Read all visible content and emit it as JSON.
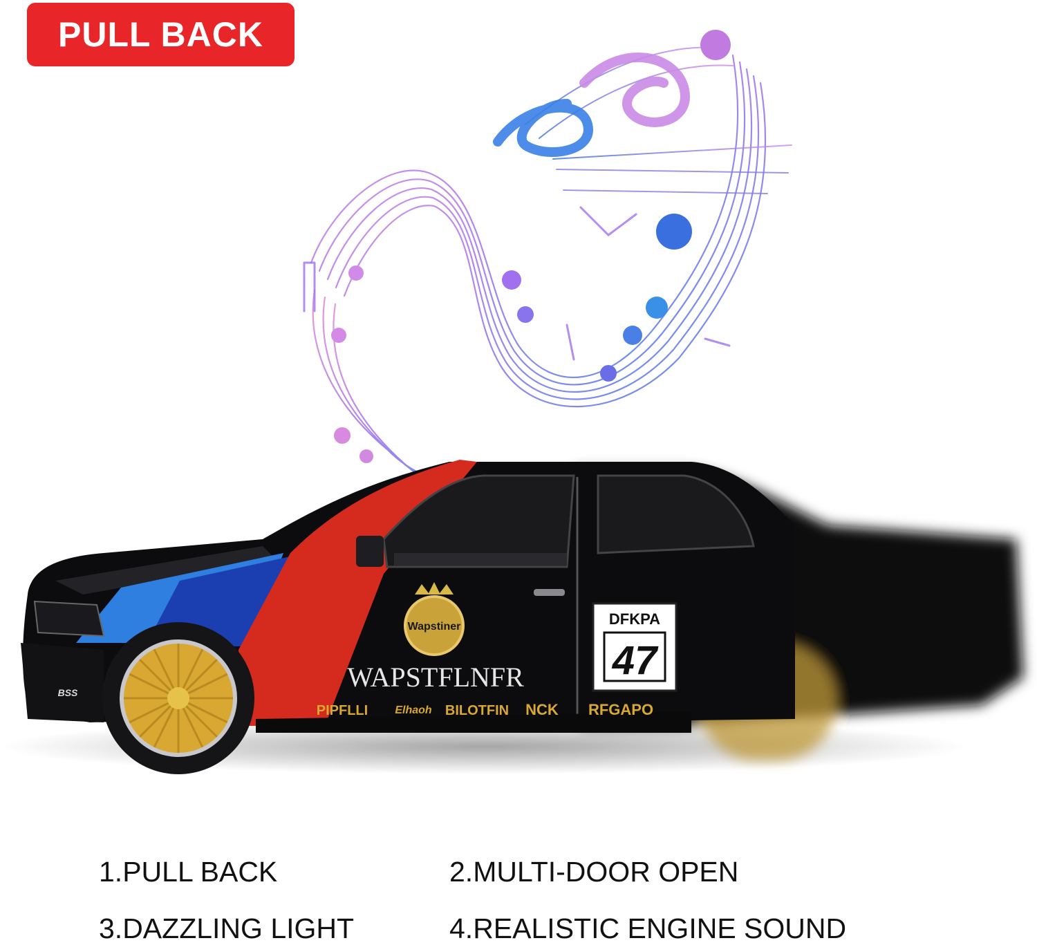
{
  "badge": {
    "label": "PULL BACK"
  },
  "car": {
    "livery_colors": {
      "blue": "#2f7fe0",
      "dark_blue": "#1b3fb0",
      "red": "#d42b1e",
      "body": "#0c0c0e",
      "wheel": "#d9a832"
    },
    "decals": {
      "door_logo_word": "Wapstiner",
      "door_name": "WAPSTFLNFR",
      "number_plate_title": "DFKPA",
      "number": "47",
      "bumper_badge": "BSS",
      "sponsors": [
        "PIPFLLI",
        "Elhaoh",
        "BILOTFIN",
        "NCK",
        "RFGAPO"
      ]
    }
  },
  "music": {
    "note_color_a": "#c06ee8",
    "note_color_b": "#3a7fe6"
  },
  "features": [
    {
      "label": "1.PULL BACK"
    },
    {
      "label": "2.MULTI-DOOR OPEN"
    },
    {
      "label": "3.DAZZLING LIGHT"
    },
    {
      "label": "4.REALISTIC ENGINE SOUND"
    }
  ]
}
